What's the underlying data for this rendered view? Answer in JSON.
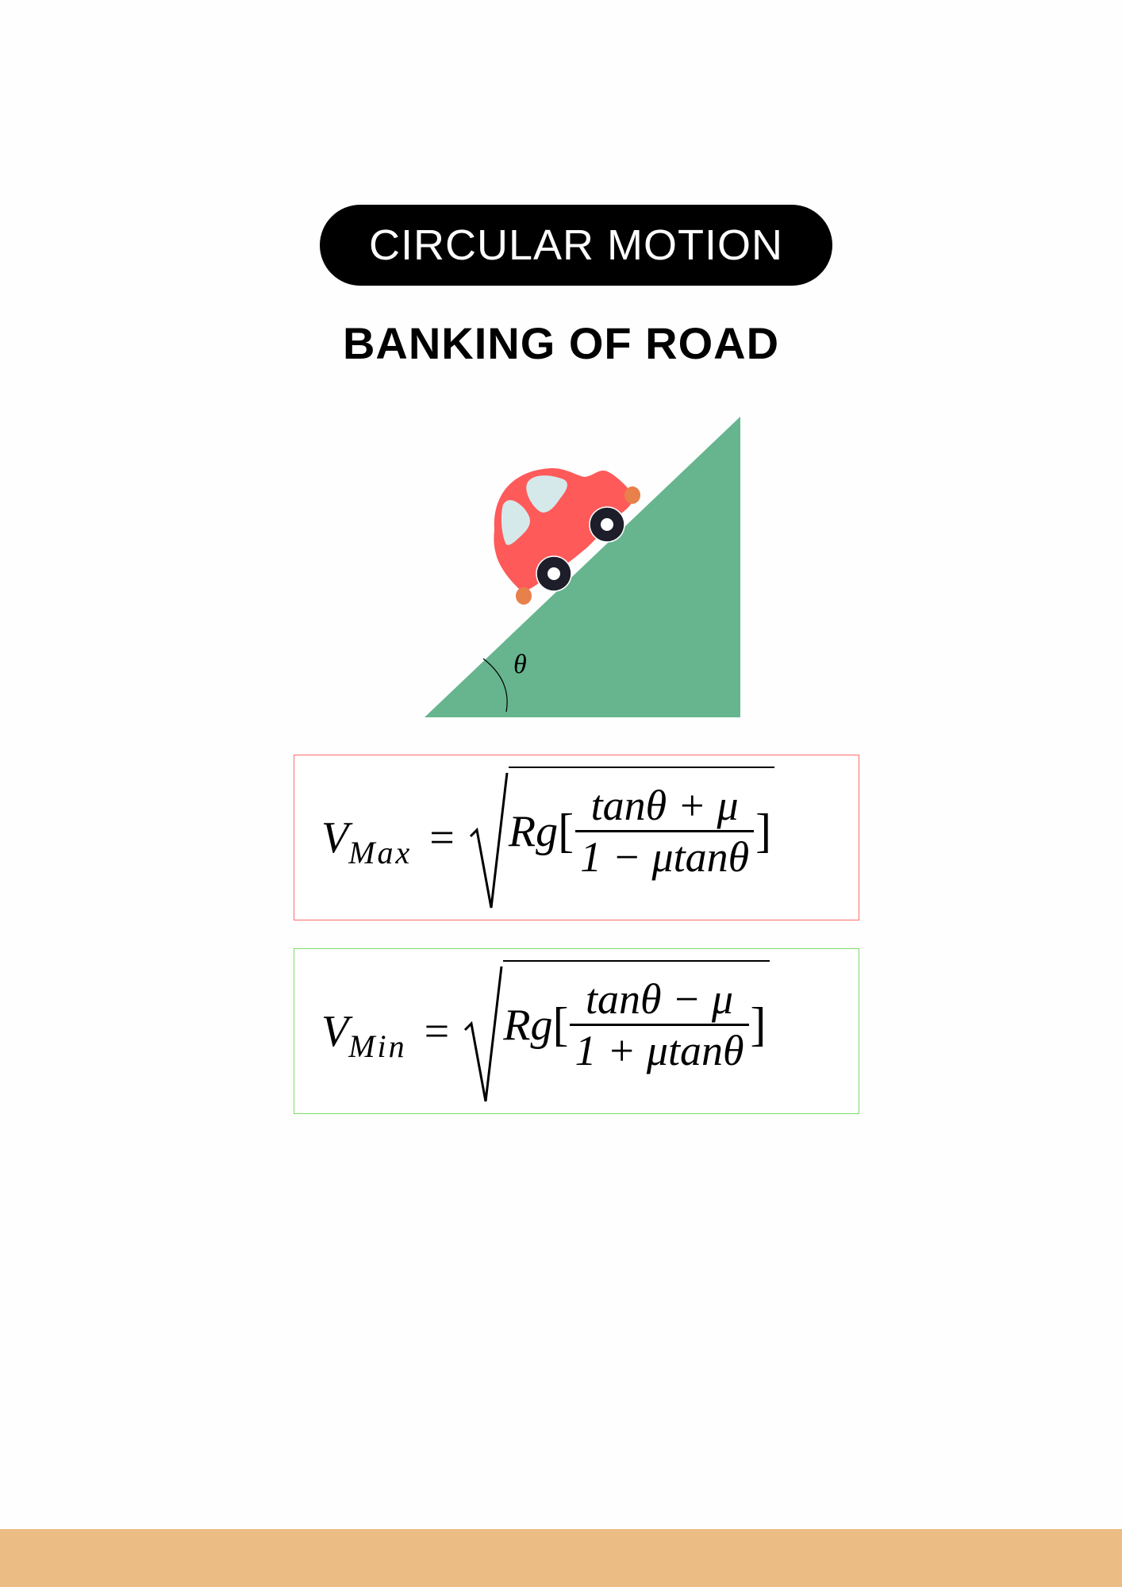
{
  "header": {
    "title": "CIRCULAR MOTION",
    "subtitle": "BANKING OF ROAD"
  },
  "diagram": {
    "angle_label": "θ",
    "colors": {
      "incline": "#66b58e",
      "car_body": "#fe5a5a",
      "window": "#d5e9eb",
      "wheel": "#1d1e2a",
      "light": "#e7804a"
    }
  },
  "formulas": {
    "max": {
      "lhs_var": "V",
      "lhs_sub": "Max",
      "equals": "=",
      "prefix": "Rg",
      "open_bracket": "[",
      "numerator": "tanθ + μ",
      "denominator": "1 − μtanθ",
      "close_bracket": "]",
      "border_color": "#ff6b6b"
    },
    "min": {
      "lhs_var": "V",
      "lhs_sub": "Min",
      "equals": "=",
      "prefix": "Rg",
      "open_bracket": "[",
      "numerator": "tanθ − μ",
      "denominator": "1 + μtanθ",
      "close_bracket": "]",
      "border_color": "#7ddc6a"
    }
  },
  "footer": {
    "color": "#ebbd84"
  }
}
